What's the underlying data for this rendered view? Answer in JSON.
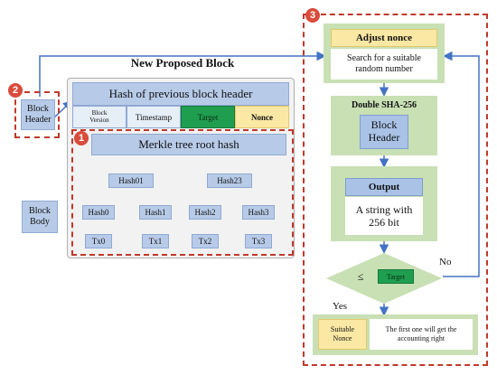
{
  "proposed_block_title": "New Proposed Block",
  "block_header_left": "Block\nHeader",
  "block_body": "Block\nBody",
  "prev_hash": "Hash of previous block header",
  "fields": [
    "Block\nVersion",
    "Timestamp",
    "Target",
    "Nonce"
  ],
  "merkle_root": "Merkle tree root hash",
  "hash_level2": [
    "Hash01",
    "Hash23"
  ],
  "hash_level1": [
    "Hash0",
    "Hash1",
    "Hash2",
    "Hash3"
  ],
  "tx": [
    "Tx0",
    "Tx1",
    "Tx2",
    "Tx3"
  ],
  "badges": [
    "1",
    "2",
    "3"
  ],
  "adjust_nonce_title": "Adjust nonce",
  "adjust_nonce_text": "Search for a suitable\nrandom number",
  "double_sha": "Double SHA-256",
  "block_header_right": "Block\nHeader",
  "output_title": "Output",
  "output_text": "A string with\n256 bit",
  "compare_symbol": "≤",
  "compare_target": "Target",
  "no_label": "No",
  "yes_label": "Yes",
  "suitable_nonce": "Suitable\nNonce",
  "result_text": "The first one will get the\naccounting right",
  "colors": {
    "red_dashed": "#c0392b",
    "green_panel": "#c8e0b4",
    "blue_box": "#b7cbe8",
    "target_green": "#1f9e4f",
    "nonce_yellow": "#fbe8a4",
    "arrow_blue": "#4472c4"
  }
}
